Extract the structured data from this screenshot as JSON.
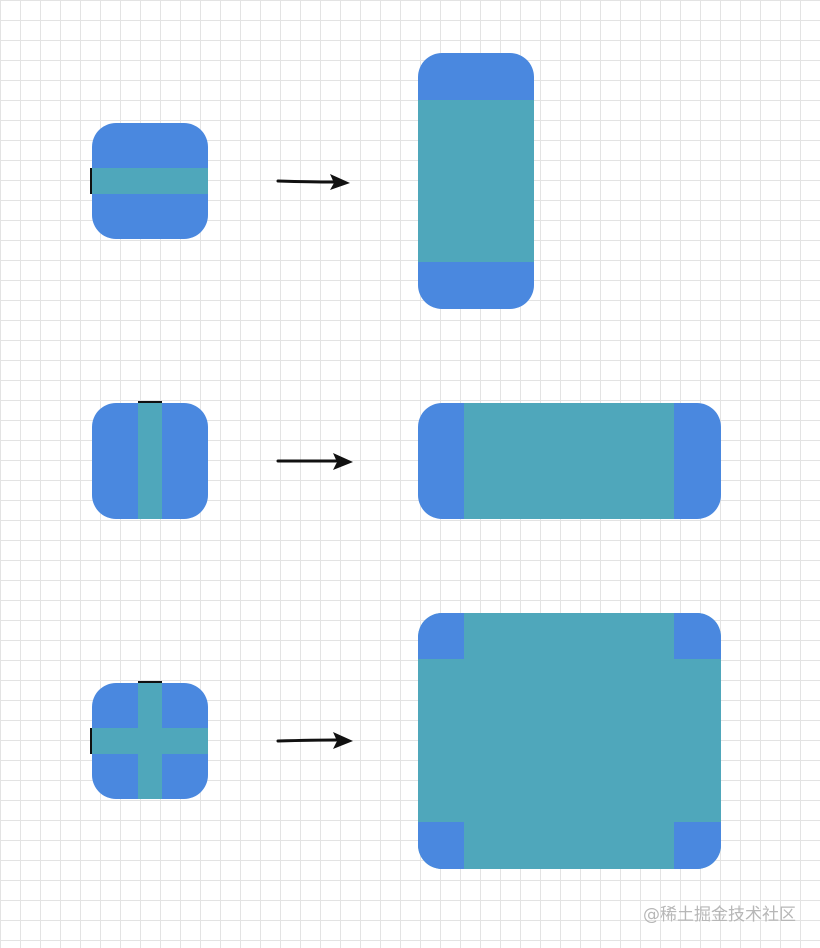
{
  "colors": {
    "grid_background": "#ffffff",
    "grid_line": "#e3e3e3",
    "fixed_corner": "#4a88df",
    "stretchable_area": "#4fa7bb",
    "marker": "#111111",
    "arrow": "#111111"
  },
  "rows": [
    {
      "name": "horizontal-stretch-marker",
      "result": "tall-expanded-rectangle"
    },
    {
      "name": "vertical-stretch-marker",
      "result": "wide-expanded-rectangle"
    },
    {
      "name": "cross-stretch-marker",
      "result": "large-expanded-rectangle"
    }
  ],
  "watermark": "@稀土掘金技术社区"
}
